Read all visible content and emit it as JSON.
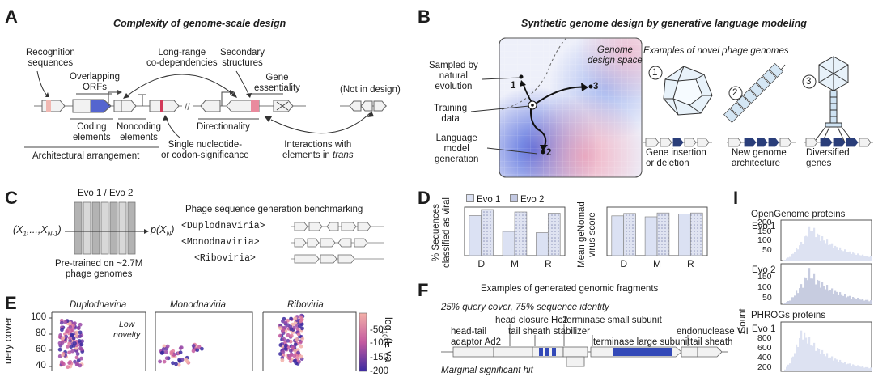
{
  "colors": {
    "accent_blue": "#4a5ccc",
    "accent_pink": "#e98a9d",
    "dark_navy": "#2a3e7a",
    "bar_light": "#dbe1f3",
    "bar_dots": "#c2c8e2"
  },
  "panelA": {
    "label": "A",
    "title": "Complexity of genome-scale design",
    "recognition": [
      "Recognition",
      "sequences"
    ],
    "longrange": [
      "Long-range",
      "co-dependencies"
    ],
    "secondary": [
      "Secondary",
      "structures"
    ],
    "overlapping": [
      "Overlapping",
      "ORFs"
    ],
    "essentiality": [
      "Gene",
      "essentiality"
    ],
    "notindesign": "(Not in design)",
    "coding": [
      "Coding",
      "elements"
    ],
    "noncoding": [
      "Noncoding",
      "elements"
    ],
    "directionality": "Directionality",
    "architectural": "Architectural arrangement",
    "single": [
      "Single nucleotide-",
      "or codon-significance"
    ],
    "interactions": [
      "Interactions with",
      "elements in "
    ],
    "trans": "trans"
  },
  "panelB": {
    "label": "B",
    "title": "Synthetic genome design by generative language modeling",
    "space": [
      "Genome",
      "design space"
    ],
    "sampled": [
      "Sampled by",
      "natural",
      "evolution"
    ],
    "training": [
      "Training",
      "data"
    ],
    "language": [
      "Language",
      "model",
      "generation"
    ],
    "pt1": "1",
    "pt2": "2",
    "pt3": "3",
    "examples": "Examples of novel phage genomes",
    "e1": "1",
    "e2": "2",
    "e3": "3",
    "gene_insertion": [
      "Gene insertion",
      "or deletion"
    ],
    "new_genome": [
      "New genome",
      "architecture"
    ],
    "diversified": [
      "Diversified",
      "genes"
    ]
  },
  "panelC": {
    "label": "C",
    "evo": "Evo 1 / Evo 2",
    "x_left": "(X",
    "x_sub1": "1",
    "x_mid": ",...,X",
    "x_sub2": "N-1",
    "x_close": ")",
    "p_left": "p(X",
    "p_sub": "N",
    "p_close": ")",
    "pretrained": [
      "Pre-trained on ~2.7M",
      "phage genomes"
    ],
    "bench": "Phage sequence generation benchmarking",
    "tags": [
      "<Duplodnaviria>",
      "<Monodnaviria>",
      "<Riboviria>"
    ]
  },
  "panelD": {
    "label": "D",
    "legend": [
      "Evo 1",
      "Evo 2"
    ],
    "ylabel1": [
      "% Sequences",
      "classified as viral"
    ],
    "ylabel2": [
      "Mean geNomad",
      "virus score"
    ]
  },
  "panelE": {
    "label": "E",
    "titles": [
      "Duplodnaviria",
      "Monodnaviria",
      "Riboviria"
    ],
    "low_novelty": [
      "Low",
      "novelty"
    ],
    "ylabel": "uery cover",
    "yticks": [
      "100",
      "80",
      "60",
      "40"
    ],
    "cticks": [
      "-50",
      "-100",
      "-150",
      "-200"
    ],
    "clabel": "log"
  },
  "panelF": {
    "label": "F",
    "title": "Examples of generated genomic fragments",
    "subtitle": "25% query cover, 75% sequence identity",
    "head_closure": "head closure Hc2",
    "terminase_small": "terminase small subunit",
    "head_tail": [
      "head-tail",
      "adaptor Ad2"
    ],
    "tail_sheath_stab": "tail sheath stabilizer",
    "endonuclease": "endonuclease VII",
    "terminase_large": "terminase large subunit",
    "tail_sheath": "tail sheath",
    "bottom": "Marginal significant hit"
  },
  "panelI": {
    "label": "I",
    "t1": "OpenGenome proteins",
    "t2": "PHROGs proteins",
    "evo1": "Evo 1",
    "evo2": "Evo 2",
    "evo1b": "Evo 1",
    "count": "Count",
    "y1": [
      "200",
      "150",
      "100",
      "50"
    ],
    "y2": [
      "150",
      "100",
      "50"
    ],
    "y3": [
      "800",
      "600",
      "400",
      "200"
    ]
  },
  "chart_data": [
    {
      "type": "bar",
      "categories": [
        "D",
        "M",
        "R"
      ],
      "series": [
        {
          "name": "Evo 1",
          "values": [
            33,
            20,
            19
          ]
        },
        {
          "name": "Evo 2",
          "values": [
            38,
            36,
            35
          ]
        }
      ],
      "xlabel": "",
      "ylabel": "% Sequences classified as viral",
      "ylim": [
        0,
        40
      ],
      "legend": "top"
    },
    {
      "type": "bar",
      "categories": [
        "D",
        "M",
        "R"
      ],
      "series": [
        {
          "name": "Evo 1",
          "values": [
            0.82,
            0.8,
            0.86
          ]
        },
        {
          "name": "Evo 2",
          "values": [
            0.87,
            0.88,
            0.88
          ]
        }
      ],
      "xlabel": "",
      "ylabel": "Mean geNomad virus score",
      "ylim": [
        0,
        1
      ],
      "legend": "top"
    }
  ]
}
